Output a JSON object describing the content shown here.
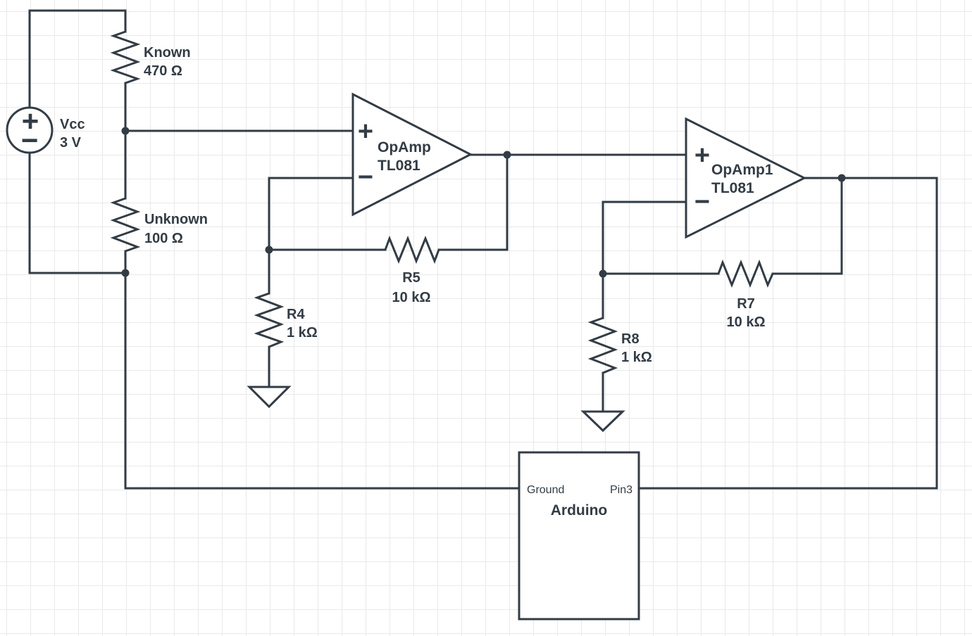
{
  "colors": {
    "stroke": "#333c45",
    "grid": "#e9e9ec",
    "background": "#ffffff"
  },
  "components": {
    "vcc_source": {
      "label": "Vcc",
      "value": "3 V",
      "plus": "+",
      "minus": "−"
    },
    "r_known": {
      "label": "Known",
      "value": "470 Ω"
    },
    "r_unknown": {
      "label": "Unknown",
      "value": "100 Ω"
    },
    "opamp": {
      "label": "OpAmp",
      "part": "TL081",
      "plus": "+",
      "minus": "−"
    },
    "opamp1": {
      "label": "OpAmp1",
      "part": "TL081",
      "plus": "+",
      "minus": "−"
    },
    "r4": {
      "label": "R4",
      "value": "1 kΩ"
    },
    "r5": {
      "label": "R5",
      "value": "10 kΩ"
    },
    "r7": {
      "label": "R7",
      "value": "10 kΩ"
    },
    "r8": {
      "label": "R8",
      "value": "1 kΩ"
    },
    "arduino": {
      "label": "Arduino",
      "pin_left": "Ground",
      "pin_right": "Pin3"
    }
  }
}
